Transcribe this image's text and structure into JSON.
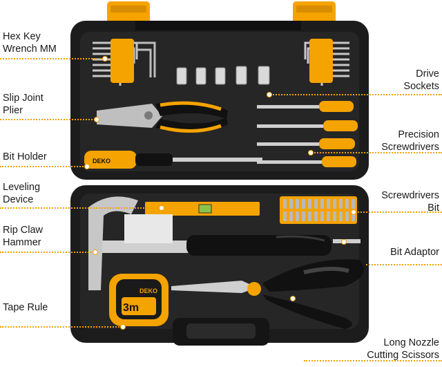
{
  "labels": {
    "hex_key": "Hex Key\nWrench MM",
    "slip_joint": "Slip Joint\nPlier",
    "bit_holder": "Bit Holder",
    "leveling": "Leveling\nDevice",
    "rip_claw": "Rip Claw\nHammer",
    "tape_rule": "Tape Rule",
    "drive_sockets": "Drive\nSockets",
    "precision": "Precision\nScrewdrivers",
    "screwdrivers_bit": "Screwdrivers\nBit",
    "bit_adaptor": "Bit Adaptor",
    "scissors": "Long Nozzle\nCutting Scissors"
  },
  "brand": {
    "name": "DEKO",
    "tape_marking": "3m"
  },
  "colors": {
    "accent": "#f5a300",
    "case": "#1c1c1c",
    "leader": "#f0a000"
  }
}
